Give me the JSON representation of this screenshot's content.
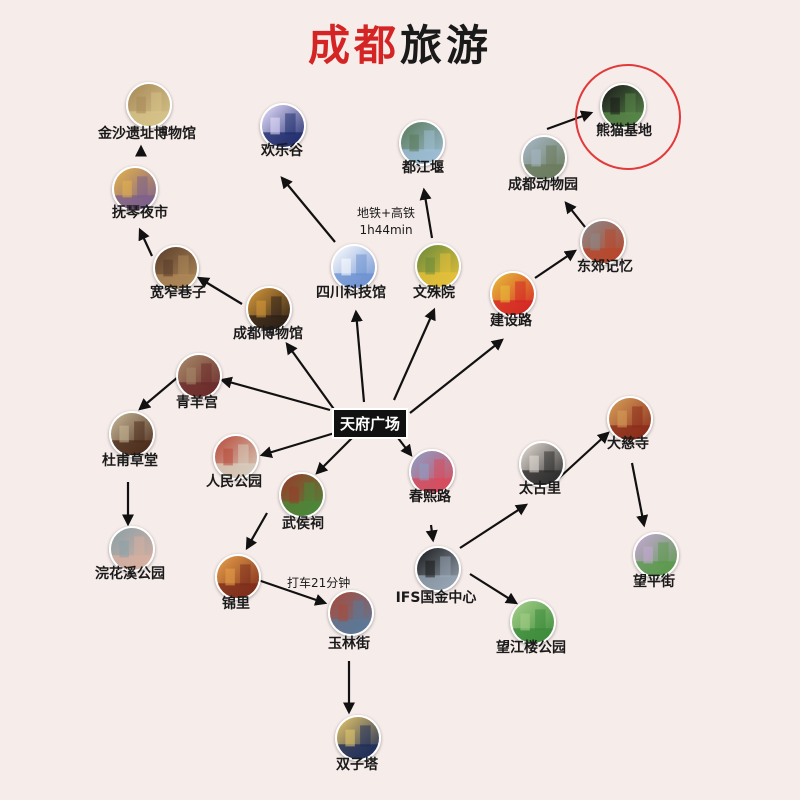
{
  "title": {
    "part1": "成都",
    "part2": "旅游"
  },
  "hub": {
    "label": "天府广场"
  },
  "notes": {
    "metro_line1": "地铁+高铁",
    "metro_line2": "1h44min",
    "taxi": "打车21分钟"
  },
  "nodes": [
    {
      "id": "jinsha",
      "label": "金沙遗址博物馆",
      "colors": [
        "#d7c48a",
        "#a78a5a"
      ]
    },
    {
      "id": "qinqin",
      "label": "抚琴夜市",
      "colors": [
        "#7a5d8e",
        "#e4b34a"
      ]
    },
    {
      "id": "kuanzhai",
      "label": "宽窄巷子",
      "colors": [
        "#b08a5a",
        "#5a3d2a"
      ]
    },
    {
      "id": "chengdu_museum",
      "label": "成都博物馆",
      "colors": [
        "#2a1d17",
        "#d89a3a"
      ]
    },
    {
      "id": "huanlegu",
      "label": "欢乐谷",
      "colors": [
        "#1c2a6a",
        "#e8e0ff"
      ]
    },
    {
      "id": "sichuan_museum",
      "label": "四川科技馆",
      "colors": [
        "#6a8fd0",
        "#ffffff"
      ]
    },
    {
      "id": "dujiangyan",
      "label": "都江堰",
      "colors": [
        "#9fbfd8",
        "#5a7a5a"
      ]
    },
    {
      "id": "wenshu",
      "label": "文殊院",
      "colors": [
        "#e8c23a",
        "#6a8a3a"
      ]
    },
    {
      "id": "zoo",
      "label": "成都动物园",
      "colors": [
        "#6a7a5a",
        "#a8b8c8"
      ]
    },
    {
      "id": "panda",
      "label": "熊猫基地",
      "colors": [
        "#5a8a4a",
        "#1a1a1a"
      ]
    },
    {
      "id": "dongjiao",
      "label": "东郊记忆",
      "colors": [
        "#b8462a",
        "#8a8a8a"
      ]
    },
    {
      "id": "jianshe",
      "label": "建设路",
      "colors": [
        "#d42424",
        "#e8c23a"
      ]
    },
    {
      "id": "qingyang",
      "label": "青羊宫",
      "colors": [
        "#6a2a2a",
        "#a88a6a"
      ]
    },
    {
      "id": "dufu",
      "label": "杜甫草堂",
      "colors": [
        "#4a2a1a",
        "#c8b898"
      ]
    },
    {
      "id": "huanhuaxi",
      "label": "浣花溪公园",
      "colors": [
        "#d8b0a0",
        "#8aa0a8"
      ]
    },
    {
      "id": "renmin",
      "label": "人民公园",
      "colors": [
        "#d8d0c0",
        "#b84a3a"
      ]
    },
    {
      "id": "wuhou",
      "label": "武侯祠",
      "colors": [
        "#4a8a3a",
        "#9a3a2a"
      ]
    },
    {
      "id": "jinli",
      "label": "锦里",
      "colors": [
        "#7a2a1a",
        "#e8a04a"
      ]
    },
    {
      "id": "yulin",
      "label": "玉林街",
      "colors": [
        "#5a7a9a",
        "#a84a3a"
      ]
    },
    {
      "id": "shuangzi",
      "label": "双子塔",
      "colors": [
        "#1a2a5a",
        "#e8c86a"
      ]
    },
    {
      "id": "chunxi",
      "label": "春熙路",
      "colors": [
        "#d84a5a",
        "#8aa0c8"
      ]
    },
    {
      "id": "ifs",
      "label": "IFS国金中心",
      "colors": [
        "#9aa8b8",
        "#1a1a1a"
      ]
    },
    {
      "id": "wangjiang",
      "label": "望江楼公园",
      "colors": [
        "#3a8a3a",
        "#a8d08a"
      ]
    },
    {
      "id": "taikoo",
      "label": "太古里",
      "colors": [
        "#2a2a2a",
        "#e8e0d8"
      ]
    },
    {
      "id": "daci",
      "label": "大慈寺",
      "colors": [
        "#8a2a1a",
        "#d8a05a"
      ]
    },
    {
      "id": "wangping",
      "label": "望平街",
      "colors": [
        "#5a9a4a",
        "#c8a8d8"
      ]
    }
  ]
}
